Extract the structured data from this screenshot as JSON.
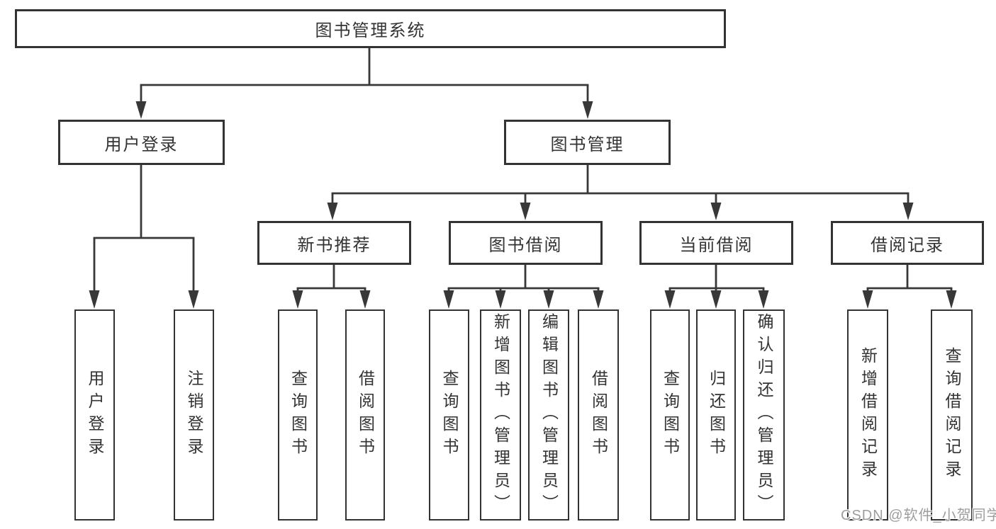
{
  "diagram_title": "图书管理系统",
  "watermark": "CSDN @软件_小贺同学",
  "colors": {
    "box_border": "#333333",
    "box_fill": "#ffffff",
    "line": "#383838",
    "text": "#333333",
    "watermark_text": "#9e9e9e",
    "background": "#ffffff"
  },
  "nodes": {
    "root": "图书管理系统",
    "login": "用户登录",
    "mgmt": "图书管理",
    "rec": "新书推荐",
    "borrow": "图书借阅",
    "current": "当前借阅",
    "records": "借阅记录",
    "leaf_login": "用户登录",
    "leaf_logout": "注销登录",
    "rec_query": "查询图书",
    "rec_borrow": "借阅图书",
    "borrow_query": "查询图书",
    "borrow_add": "新增图书（管理员）",
    "borrow_edit": "编辑图书（管理员）",
    "borrow_borrow": "借阅图书",
    "cur_query": "查询图书",
    "cur_return": "归还图书",
    "cur_confirm": "确认归还（管理员）",
    "records_add": "新增借阅记录",
    "records_query": "查询借阅记录"
  },
  "hierarchy": {
    "图书管理系统": [
      "用户登录",
      "图书管理"
    ],
    "用户登录": [
      "用户登录",
      "注销登录"
    ],
    "图书管理": [
      "新书推荐",
      "图书借阅",
      "当前借阅",
      "借阅记录"
    ],
    "新书推荐": [
      "查询图书",
      "借阅图书"
    ],
    "图书借阅": [
      "查询图书",
      "新增图书（管理员）",
      "编辑图书（管理员）",
      "借阅图书"
    ],
    "当前借阅": [
      "查询图书",
      "归还图书",
      "确认归还（管理员）"
    ],
    "借阅记录": [
      "新增借阅记录",
      "查询借阅记录"
    ]
  }
}
